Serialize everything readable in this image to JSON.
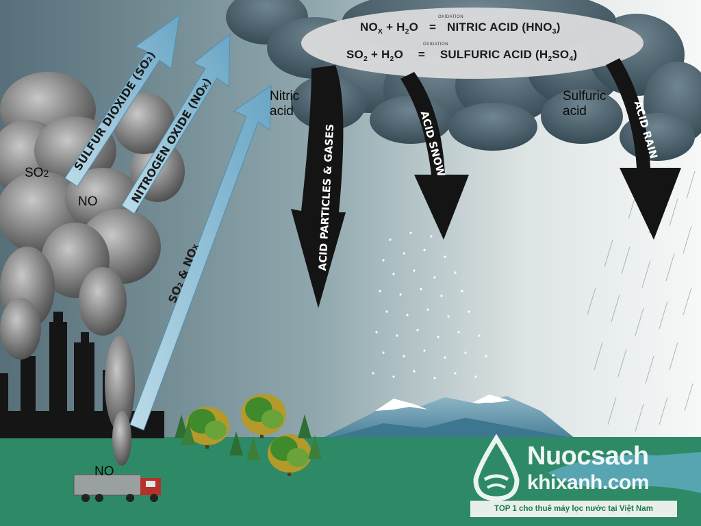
{
  "equations": {
    "line1": {
      "left": "NO",
      "left_sub": "X",
      "plus": "+ H",
      "h2o_sub": "2",
      "o": "O",
      "oxidation": "OXIDATION",
      "eq": "=",
      "right": "NITRIC ACID (HNO",
      "right_sub": "3",
      "close": ")"
    },
    "line2": {
      "left": "SO",
      "left_sub": "2",
      "plus": "+ H",
      "h2o_sub": "2",
      "o": "O",
      "oxidation": "OXIDATION",
      "eq": "=",
      "right": "SULFURIC ACID (H",
      "right_sub": "2",
      "mid": "SO",
      "right_sub2": "4",
      "close": ")"
    }
  },
  "labels": {
    "nitric_acid": [
      "Nitric",
      "acid"
    ],
    "sulfuric_acid": [
      "Sulfuric",
      "acid"
    ],
    "so2": "SO",
    "so2_sub": "2",
    "no_cloud": "NO",
    "no_truck": "NO"
  },
  "arrows": {
    "sulfur_dioxide": "SULFUR DIOXIDE (SO",
    "sulfur_dioxide_sub": "2",
    "nitrogen_oxide": "NITROGEN OXIDE (NO",
    "nitrogen_oxide_sub": "X",
    "so2_nox": "SO",
    "so2_nox_sub1": "2",
    "so2_nox_mid": " & NO",
    "so2_nox_sub2": "X",
    "acid_particles": "ACID PARTICLES & GASES",
    "acid_snow": "ACID SNOW",
    "acid_rain": "ACID RAIN"
  },
  "logo": {
    "line1": "Nuocsach",
    "line2": "khixanh.com",
    "tagline": "TOP 1 cho thuê máy lọc nước tại Việt Nam"
  },
  "colors": {
    "sky_dark": "#5f7a86",
    "sky_light": "#f4f6f6",
    "ground": "#2e8a66",
    "cloud": "#3e5560",
    "arrow_blue": "#7fb4cf",
    "arrow_dark": "#141414",
    "logo_green": "#ffffff"
  }
}
